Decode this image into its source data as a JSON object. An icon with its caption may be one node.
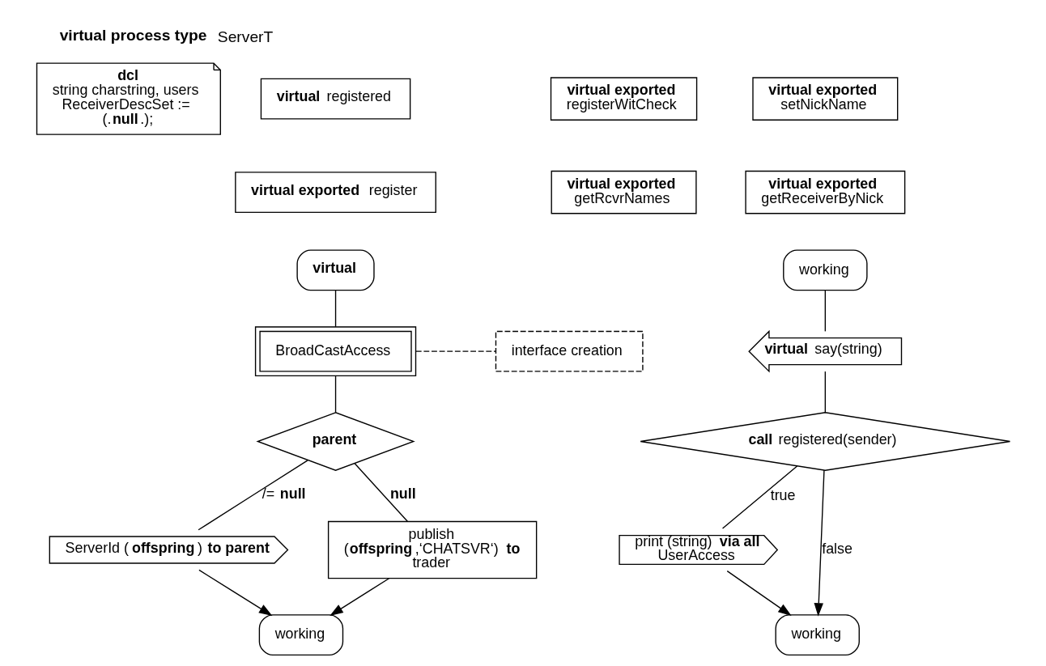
{
  "diagram": {
    "title": "**virtual process type** ServerT",
    "nodes": [
      {
        "text": [
          "**dcl**",
          "string charstring, users ReceiverDescSet := (.**null**.);"
        ]
      },
      {
        "text": [
          "**virtual** registered"
        ]
      },
      {
        "text": [
          "**virtual exported** registerWitCheck"
        ]
      },
      {
        "text": [
          "**virtual exported** setNickName"
        ]
      },
      {
        "text": [
          "**virtual exported** register"
        ]
      },
      {
        "text": [
          "**virtual exported** getRcvrNames"
        ]
      },
      {
        "text": [
          "**virtual exported** getReceiverByNick"
        ]
      },
      {
        "text": [
          "**virtual**"
        ]
      },
      {
        "text": [
          "BroadCastAccess"
        ]
      },
      {
        "text": [
          "interface creation"
        ]
      },
      {
        "text": [
          "**parent**"
        ]
      },
      {
        "text": [
          "ServerId (**offspring**) **to parent**"
        ]
      },
      {
        "text": [
          "publish (**offspring**,‘CHATSVR‘) **to** trader"
        ]
      },
      {
        "text": [
          "working"
        ]
      },
      {
        "text": [
          "working"
        ]
      },
      {
        "text": [
          "**virtual** say(string)"
        ]
      },
      {
        "text": [
          "**call** registered(sender)"
        ]
      },
      {
        "text": [
          "print (string) **via all** UserAccess"
        ]
      },
      {
        "text": [
          "working"
        ]
      }
    ],
    "edges": [
      {
        "from": 7,
        "to": 8,
        "arrow": "none"
      },
      {
        "from": 8,
        "to": 9,
        "arrow": "none",
        "style": "dashed"
      },
      {
        "from": 8,
        "to": 10,
        "arrow": "none"
      },
      {
        "from": 10,
        "to": 11,
        "arrow": "none",
        "label": "/= **null**"
      },
      {
        "from": 10,
        "to": 12,
        "arrow": "none",
        "label": "**null**"
      },
      {
        "from": 11,
        "to": 13,
        "arrow": "to"
      },
      {
        "from": 12,
        "to": 13,
        "arrow": "to"
      },
      {
        "from": 14,
        "to": 15,
        "arrow": "none"
      },
      {
        "from": 15,
        "to": 16,
        "arrow": "none"
      },
      {
        "from": 16,
        "to": 17,
        "arrow": "none",
        "label": "true"
      },
      {
        "from": 16,
        "to": 18,
        "arrow": "to",
        "label": "false"
      },
      {
        "from": 17,
        "to": 18,
        "arrow": "to"
      }
    ]
  }
}
